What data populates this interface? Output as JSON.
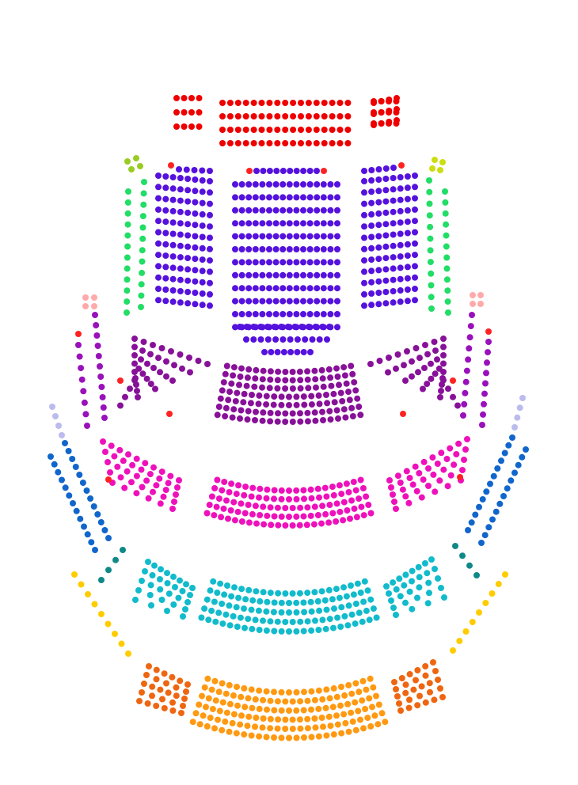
{
  "seat_map": {
    "background": "#ffffff",
    "zones": [
      {
        "id": "orchestra-center",
        "color": "#ee0000"
      },
      {
        "id": "orchestra-left",
        "color": "#ee0000"
      },
      {
        "id": "orchestra-right",
        "color": "#ee0000"
      },
      {
        "id": "parterre-center",
        "color": "#5511dd"
      },
      {
        "id": "parterre-left",
        "color": "#5511dd"
      },
      {
        "id": "parterre-right",
        "color": "#5511dd"
      },
      {
        "id": "side-left",
        "color": "#22dd66"
      },
      {
        "id": "side-right",
        "color": "#22dd66"
      },
      {
        "id": "side-left-top",
        "color": "#99cc22"
      },
      {
        "id": "side-right-top",
        "color": "#ccdd11"
      },
      {
        "id": "side-left-outer",
        "color": "#9911bb"
      },
      {
        "id": "side-right-outer",
        "color": "#9911bb"
      },
      {
        "id": "amphi-center",
        "color": "#881199"
      },
      {
        "id": "amphi-left",
        "color": "#881199"
      },
      {
        "id": "amphi-right",
        "color": "#881199"
      },
      {
        "id": "box-left-top",
        "color": "#ffaaaa"
      },
      {
        "id": "box-right-top",
        "color": "#ffaaaa"
      },
      {
        "id": "gallery-left-top",
        "color": "#bbbbee"
      },
      {
        "id": "gallery-right-top",
        "color": "#bbbbee"
      },
      {
        "id": "balcony1-center",
        "color": "#ee11bb"
      },
      {
        "id": "balcony1-left",
        "color": "#ee11bb"
      },
      {
        "id": "balcony1-right",
        "color": "#ee11bb"
      },
      {
        "id": "gallery-left",
        "color": "#1166cc"
      },
      {
        "id": "gallery-right",
        "color": "#1166cc"
      },
      {
        "id": "teal-left",
        "color": "#118888"
      },
      {
        "id": "teal-right",
        "color": "#118888"
      },
      {
        "id": "balcony2-center",
        "color": "#11bbcc"
      },
      {
        "id": "balcony2-left",
        "color": "#11bbcc"
      },
      {
        "id": "balcony2-right",
        "color": "#11bbcc"
      },
      {
        "id": "upper-left",
        "color": "#ffcc00"
      },
      {
        "id": "upper-right",
        "color": "#ffcc00"
      },
      {
        "id": "balcony3-center",
        "color": "#ff9911"
      },
      {
        "id": "balcony3-left",
        "color": "#ee6611"
      },
      {
        "id": "balcony3-right",
        "color": "#ee6611"
      },
      {
        "id": "accessible",
        "color": "#ff2222"
      }
    ]
  }
}
